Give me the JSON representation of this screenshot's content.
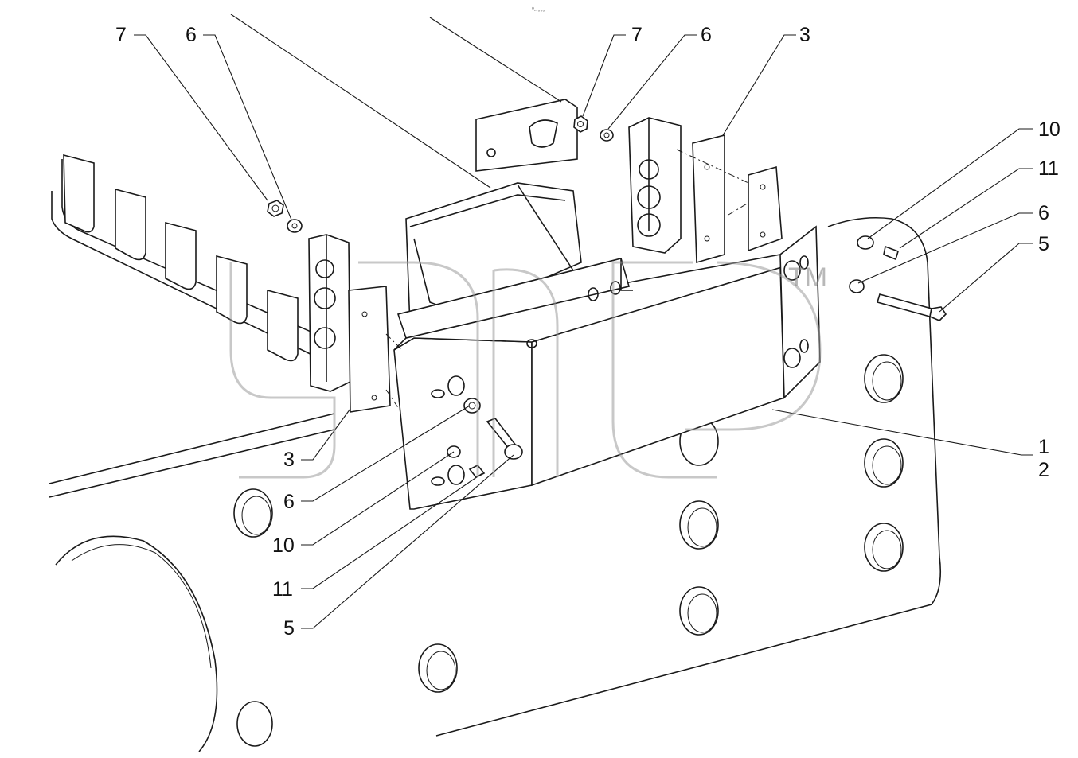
{
  "drawing": {
    "header_mark": "⁰ₙ ₀₀₀",
    "watermark_mark": "TM"
  },
  "callouts": [
    {
      "id": "c-7-left",
      "text": "7"
    },
    {
      "id": "c-6-left",
      "text": "6"
    },
    {
      "id": "c-7-top",
      "text": "7"
    },
    {
      "id": "c-6-top",
      "text": "6"
    },
    {
      "id": "c-3-top",
      "text": "3"
    },
    {
      "id": "c-10-right",
      "text": "10"
    },
    {
      "id": "c-11-right",
      "text": "11"
    },
    {
      "id": "c-6-right",
      "text": "6"
    },
    {
      "id": "c-5-right",
      "text": "5"
    },
    {
      "id": "c-1-right",
      "text": "1"
    },
    {
      "id": "c-2-right",
      "text": "2"
    },
    {
      "id": "c-3-bottom",
      "text": "3"
    },
    {
      "id": "c-6-bottom",
      "text": "6"
    },
    {
      "id": "c-10-bottom",
      "text": "10"
    },
    {
      "id": "c-11-bottom",
      "text": "11"
    },
    {
      "id": "c-5-bottom",
      "text": "5"
    }
  ]
}
